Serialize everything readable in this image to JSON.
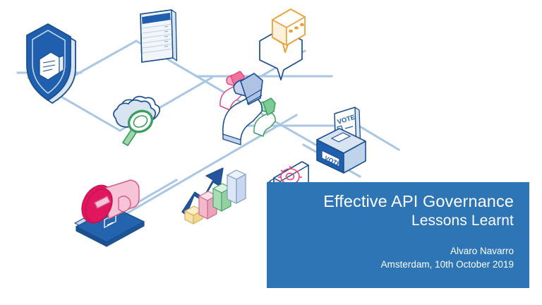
{
  "slide": {
    "title": "Effective API Governance",
    "subtitle": "Lessons Learnt",
    "presenter": "Alvaro Navarro",
    "event": "Amsterdam, 10th October 2019",
    "accent_color": "#2E75B6",
    "title_text_color": "#FFFFFF",
    "background_color": "#FFFFFF"
  },
  "artwork": {
    "caption": "isometric governance concept illustration",
    "connector_color": "#A9C6E3",
    "icons": [
      {
        "name": "shield-document-icon",
        "label": "Security shield with document",
        "colors": {
          "body": "#1F5FAD",
          "outline": "#1B4F8F",
          "side": "#D9E4F2"
        }
      },
      {
        "name": "document-form-icon",
        "label": "Document with header and lined rows",
        "colors": {
          "header": "#1F5FAD",
          "page": "#FFFFFF",
          "lines": "#C9DAEA",
          "outline": "#1B4F8F"
        }
      },
      {
        "name": "speech-bubbles-icon",
        "label": "Chat speech bubbles with dots",
        "colors": {
          "top_bubble": "#E8A33D",
          "bottom_bubble": "#1B4F8F"
        }
      },
      {
        "name": "cloud-search-icon",
        "label": "Cloud with magnifying glass",
        "colors": {
          "cloud": "#C9DAF2",
          "glass": "#4BAE6A",
          "outline": "#1B4F8F"
        }
      },
      {
        "name": "people-group-icon",
        "label": "Group of three people",
        "colors": {
          "person_pink": "#E8477E",
          "person_blue": "#9FB6DE",
          "person_green": "#4BAE6A"
        }
      },
      {
        "name": "ballot-box-icon",
        "label": "Ballot box with vote slip",
        "ballot_text": "VOTE",
        "box_text": "VOTE",
        "colors": {
          "box": "#1F5FAD",
          "lid": "#D9E4F2",
          "outline": "#1B4F8F"
        }
      },
      {
        "name": "bar-chart-growth-icon",
        "label": "Rising bar chart with arrow",
        "colors": {
          "arrow": "#24559E",
          "bar1": "#F7E2A8",
          "bar2": "#F2B9CB",
          "bar3": "#A9DCB5",
          "bar4": "#CFDDF0"
        }
      },
      {
        "name": "megaphone-book-icon",
        "label": "Megaphone on a book",
        "colors": {
          "megaphone": "#E0175E",
          "megaphone_light": "#F7C3D6",
          "book": "#2463AE"
        }
      },
      {
        "name": "checklist-gear-icon",
        "label": "Book with gear and green checkmark",
        "colors": {
          "gear": "#E8477E",
          "check": "#2FA04B",
          "pages": "#FFFFFF",
          "outline": "#1B4F8F"
        }
      }
    ]
  }
}
